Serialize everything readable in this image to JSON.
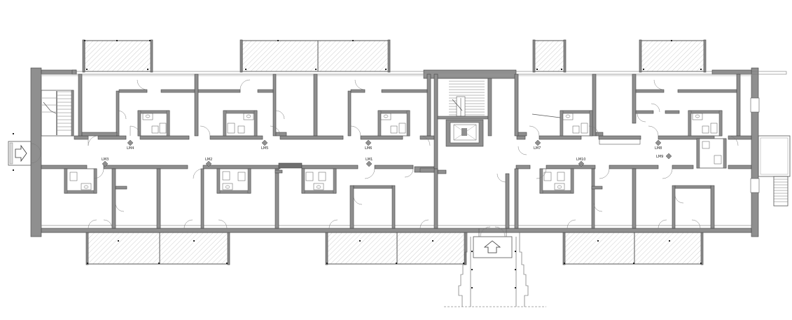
{
  "labels": {
    "lm1": "LM1",
    "lm2": "LM2",
    "lm3": "LM3",
    "lm4": "LM4",
    "lm5": "LM5",
    "lm6": "LM6",
    "lm7": "LM7",
    "lm8": "LM8",
    "lm9": "LM9",
    "lm10": "LM10"
  },
  "colors": {
    "wall": "#8f8f8f",
    "wall_outline": "#444444",
    "line": "#555555",
    "hatch": "#c9c9c9"
  }
}
